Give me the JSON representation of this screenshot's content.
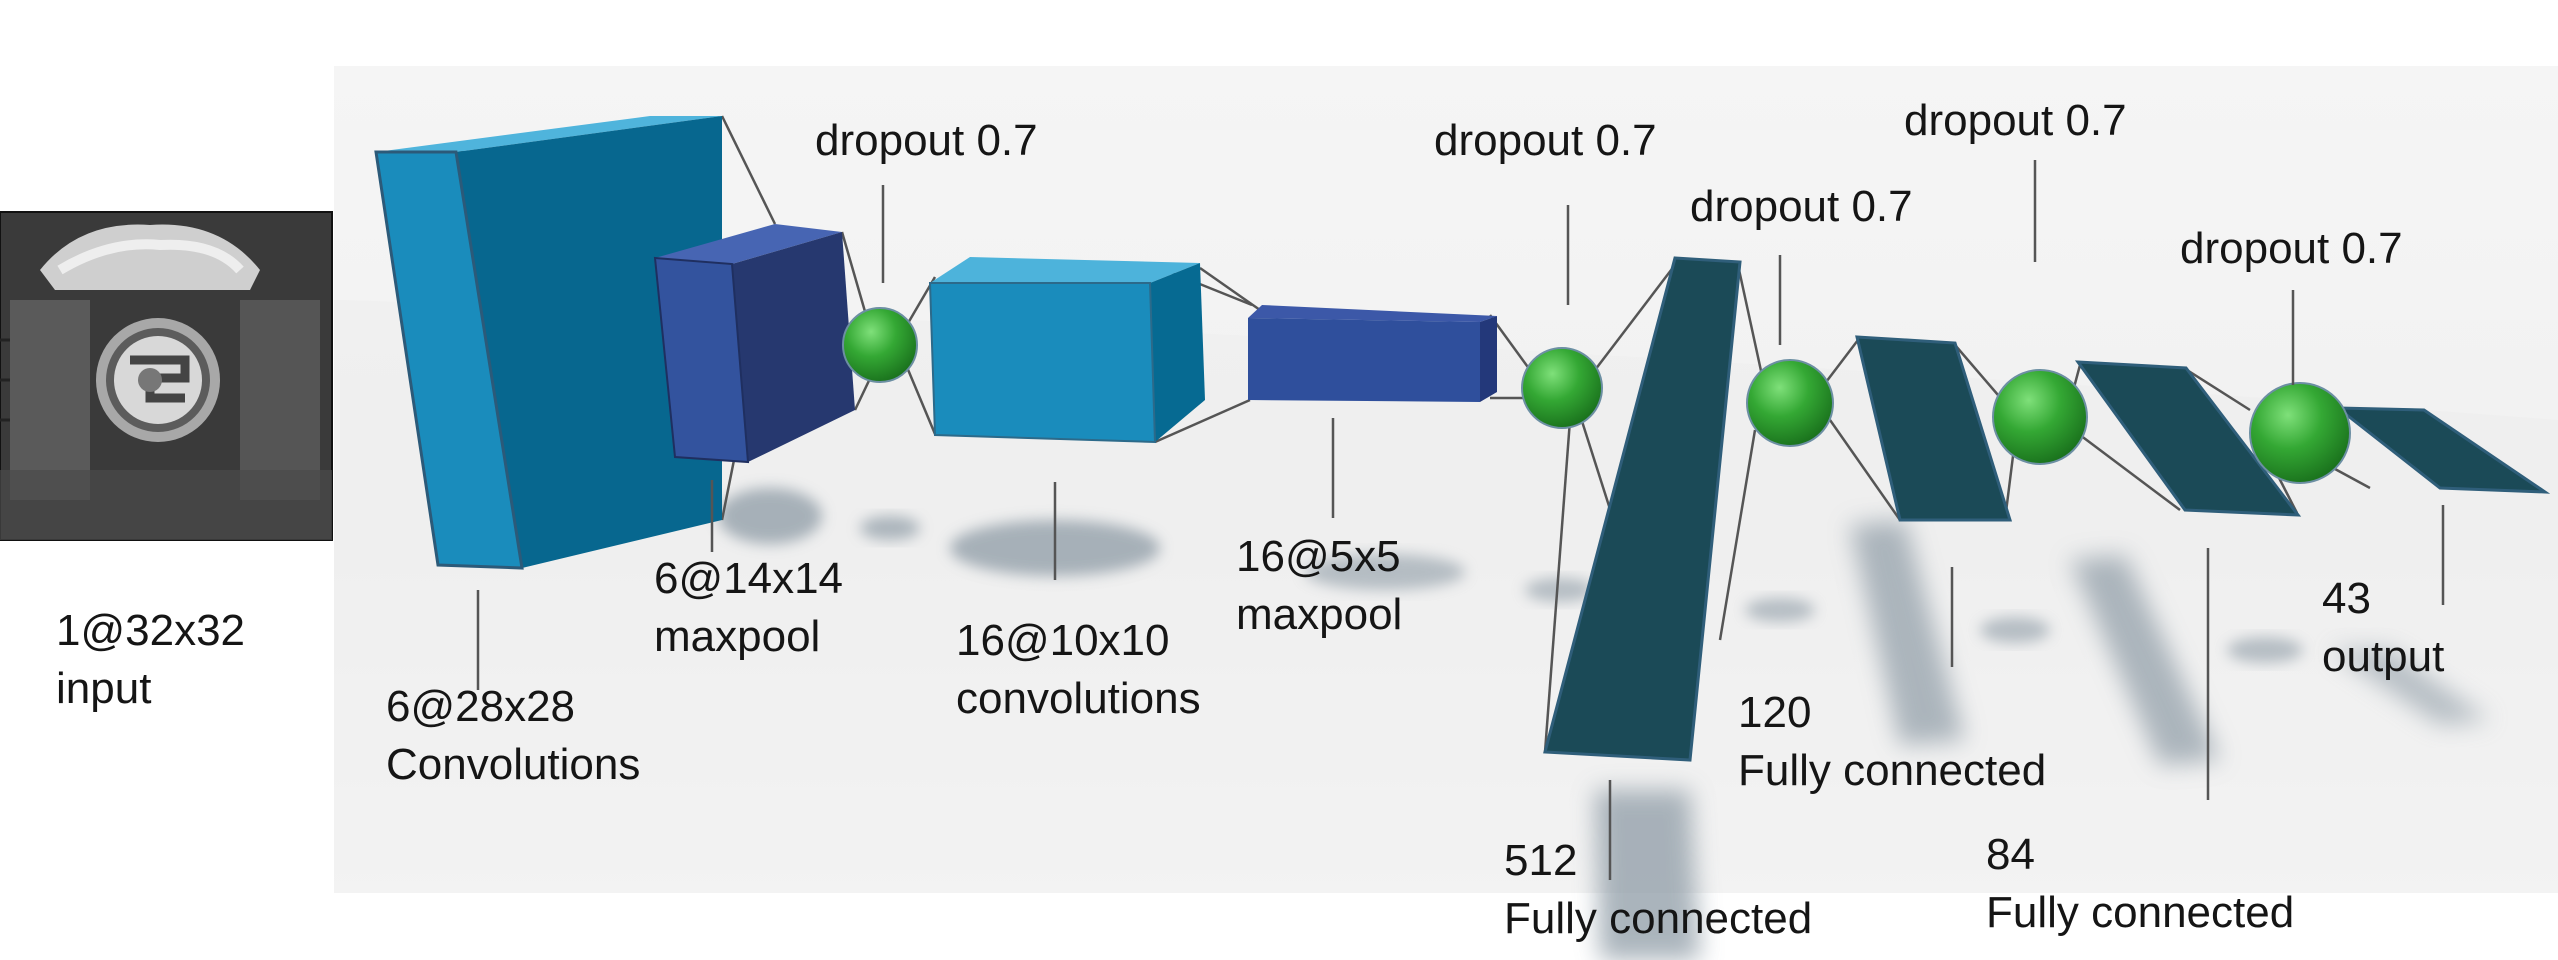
{
  "input": {
    "size": "1@32x32",
    "type": "input"
  },
  "layers": [
    {
      "id": "conv1",
      "size": "6@28x28",
      "type": "Convolutions"
    },
    {
      "id": "pool1",
      "size": "6@14x14",
      "type": "maxpool"
    },
    {
      "id": "drop1",
      "label": "dropout 0.7"
    },
    {
      "id": "conv2",
      "size": "16@10x10",
      "type": "convolutions"
    },
    {
      "id": "pool2",
      "size": "16@5x5",
      "type": "maxpool"
    },
    {
      "id": "drop2",
      "label": "dropout 0.7"
    },
    {
      "id": "fc1",
      "size": "512",
      "type": "Fully connected"
    },
    {
      "id": "drop3",
      "label": "dropout 0.7"
    },
    {
      "id": "fc2",
      "size": "120",
      "type": "Fully connected"
    },
    {
      "id": "drop4",
      "label": "dropout 0.7"
    },
    {
      "id": "fc3",
      "size": "84",
      "type": "Fully connected"
    },
    {
      "id": "drop5",
      "label": "dropout 0.7"
    },
    {
      "id": "out",
      "size": "43",
      "type": "output"
    }
  ],
  "colors": {
    "conv": "#1a8cbc",
    "pool": "#2f4f9c",
    "dropout": "#2ea52e",
    "fully_connected": "#1b4a57",
    "shadow": "#9aa8b4",
    "connector": "#555555"
  }
}
